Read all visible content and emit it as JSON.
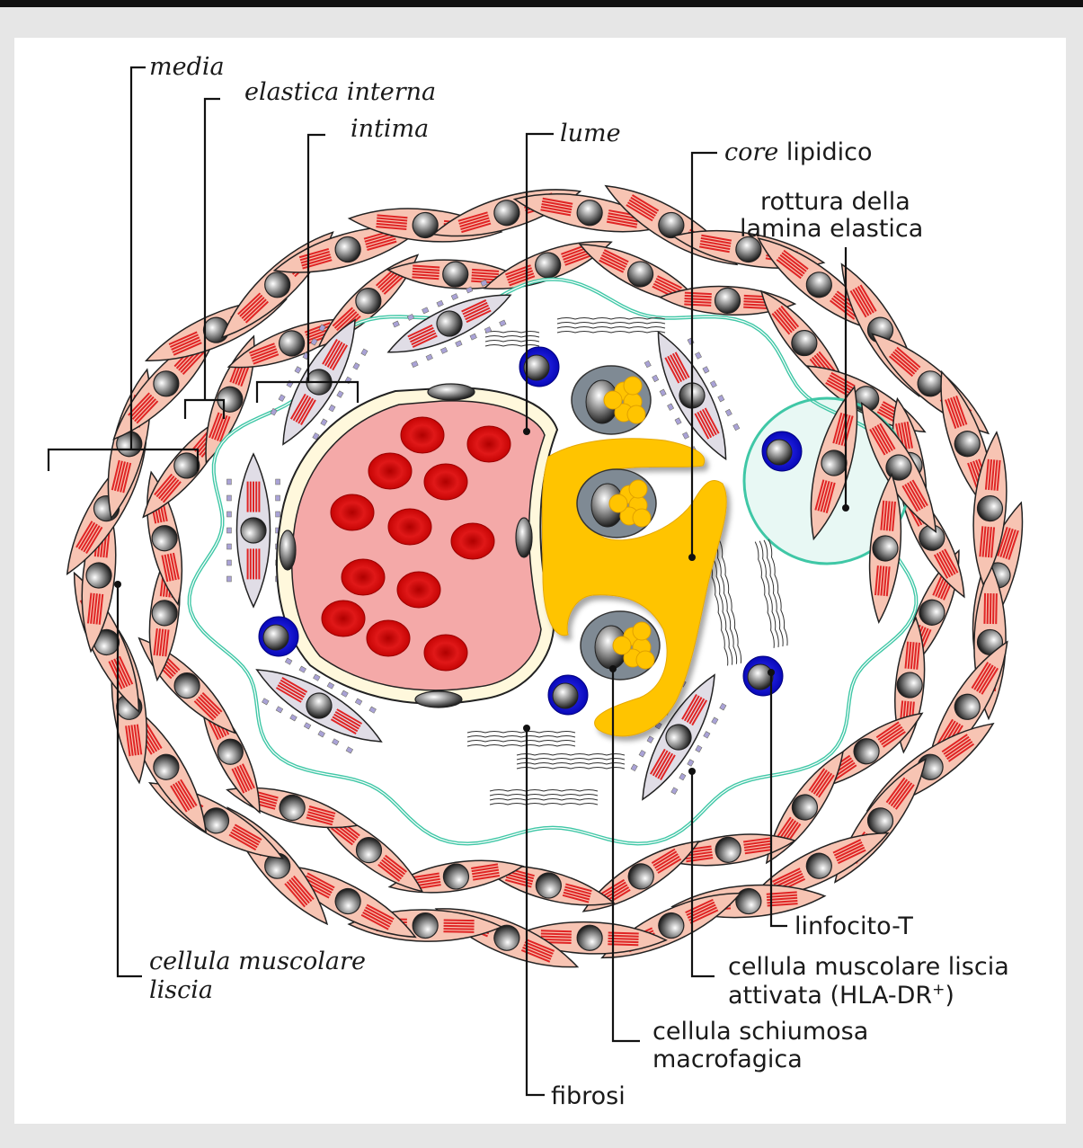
{
  "labels": {
    "media": "media",
    "elastica_interna": "elastica interna",
    "intima": "intima",
    "lume": "lume",
    "core_italic": "core",
    "core_rest": " lipidico",
    "rottura_line1": "rottura della",
    "rottura_line2": "lamina elastica",
    "linfocito": "linfocito-T",
    "smc_act_line1": "cellula muscolare liscia",
    "smc_act_line2_pre": "attivata (HLA-DR",
    "smc_act_sup": "+",
    "smc_act_line2_post": ")",
    "schiumosa_line1": "cellula schiumosa",
    "schiumosa_line2": "macrofagica",
    "fibrosi": "fibrosi",
    "smc_line1": "cellula muscolare",
    "smc_line2": "liscia"
  },
  "colors": {
    "elastic_lamina": "#3fc7a6",
    "smooth_muscle_cell": "#f7c4b3",
    "lumen": "#f4a9a8",
    "red_blood_cell": "#d81818",
    "lipid_core": "#ffc400",
    "lymphocyte": "#1010c8",
    "activated_cell": "#e0dde6"
  }
}
